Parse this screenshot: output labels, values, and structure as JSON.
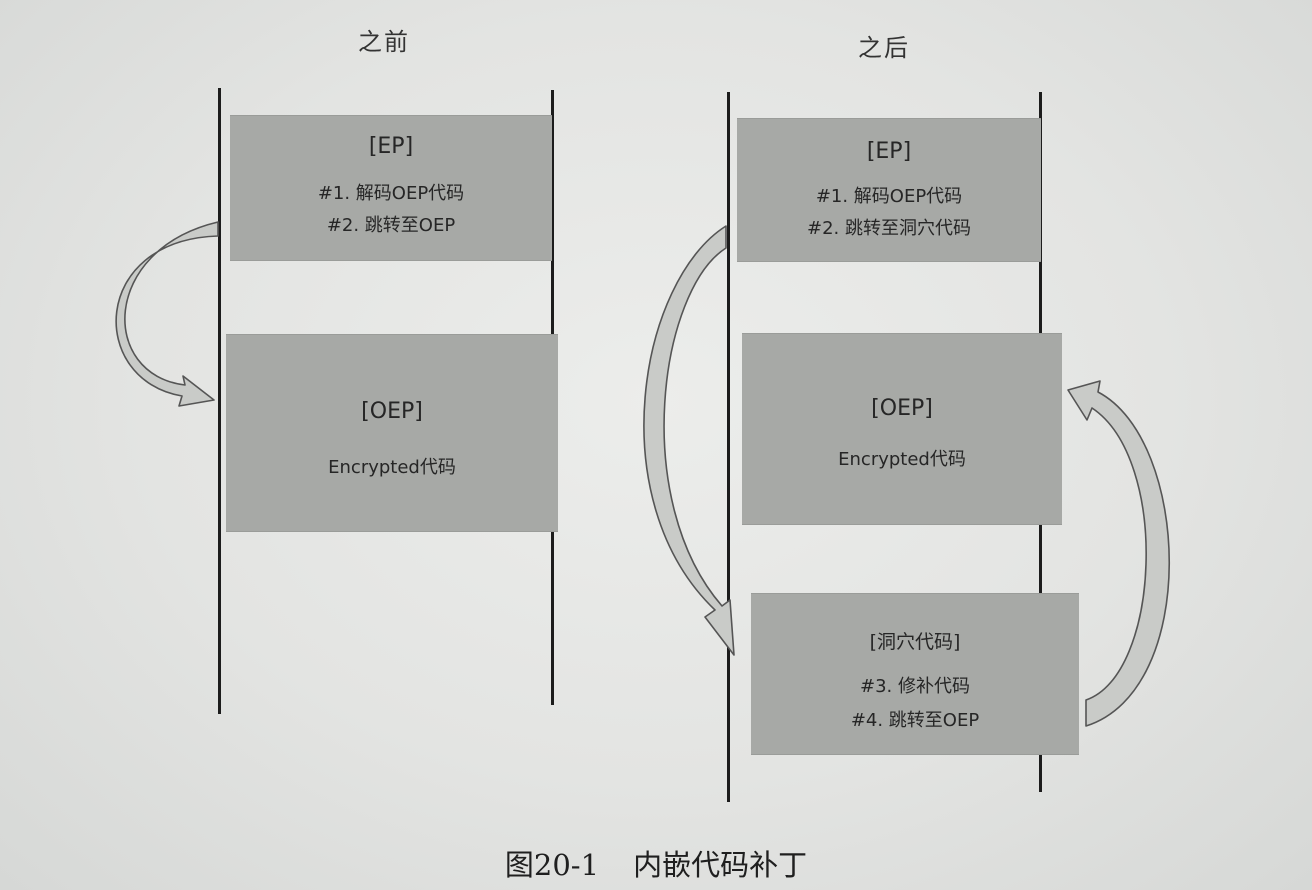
{
  "before": {
    "title": "之前",
    "ep_block": {
      "header": "[EP]",
      "lines": [
        "#1. 解码OEP代码",
        "#2. 跳转至OEP"
      ]
    },
    "oep_block": {
      "header": "[OEP]",
      "lines": [
        "Encrypted代码"
      ]
    }
  },
  "after": {
    "title": "之后",
    "ep_block": {
      "header": "[EP]",
      "lines": [
        "#1. 解码OEP代码",
        "#2. 跳转至洞穴代码"
      ]
    },
    "oep_block": {
      "header": "[OEP]",
      "lines": [
        "Encrypted代码"
      ]
    },
    "cave_block": {
      "header": "[洞穴代码]",
      "lines": [
        "#3. 修补代码",
        "#4. 跳转至OEP"
      ]
    }
  },
  "caption": {
    "figure_number": "图20-1",
    "title": "内嵌代码补丁"
  },
  "colors": {
    "block_fill": "#a7a9a6",
    "arrow_fill": "#c9cbc8",
    "arrow_stroke": "#555555",
    "line": "#1c1c1c"
  }
}
